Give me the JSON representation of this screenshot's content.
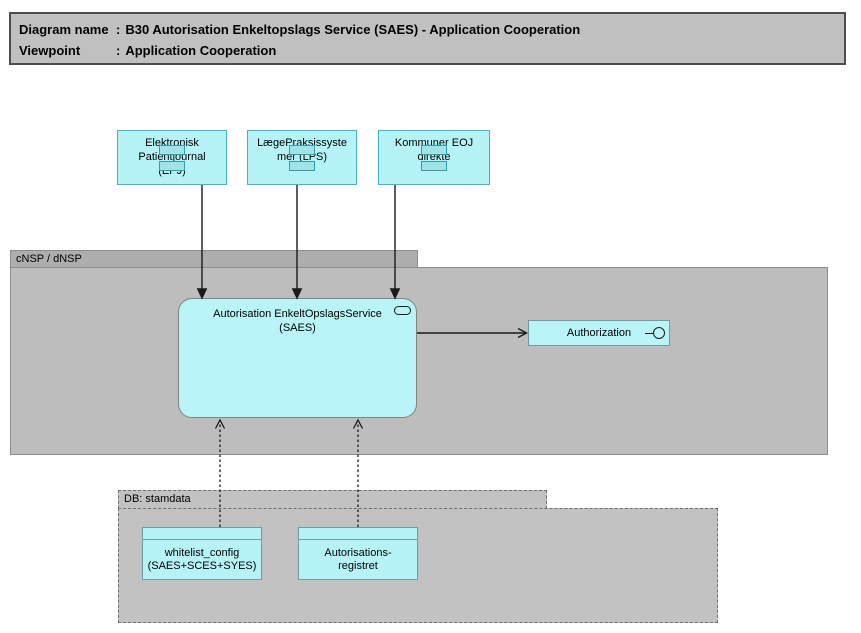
{
  "title": {
    "separator": ":",
    "rows": [
      {
        "label": "Diagram name",
        "value": "B30 Autorisation Enkeltopslags Service (SAES) - Application Cooperation"
      },
      {
        "label": "Viewpoint",
        "value": "Application Cooperation"
      }
    ]
  },
  "groups": {
    "nsp": {
      "label": "cNSP / dNSP"
    },
    "db": {
      "label": "DB: stamdata"
    }
  },
  "components": [
    {
      "label": "Elektronisk\nPatientjournal\n(EPJ)"
    },
    {
      "label": "LægePraksissyste\nmer (LPS)"
    },
    {
      "label": "Kommuner EOJ\ndirekte"
    }
  ],
  "service": {
    "label": "Autorisation EnkeltOpslagsService\n(SAES)"
  },
  "interface": {
    "label": "Authorization"
  },
  "data_objects": [
    {
      "label": "whitelist_config\n(SAES+SCES+SYES)"
    },
    {
      "label": "Autorisations-\nregistret"
    }
  ],
  "colors": {
    "node_fill": "#b6f3f7",
    "component_border": "#3fb6c9",
    "service_border": "#828282",
    "object_border": "#6f9aa6",
    "group_tab_fill": "#aeaeae",
    "group_body_fill": "#bdbdbd",
    "db_group_fill": "#c2c2c2",
    "title_fill": "#c0c0c0",
    "connector": "#1a1a1a"
  }
}
